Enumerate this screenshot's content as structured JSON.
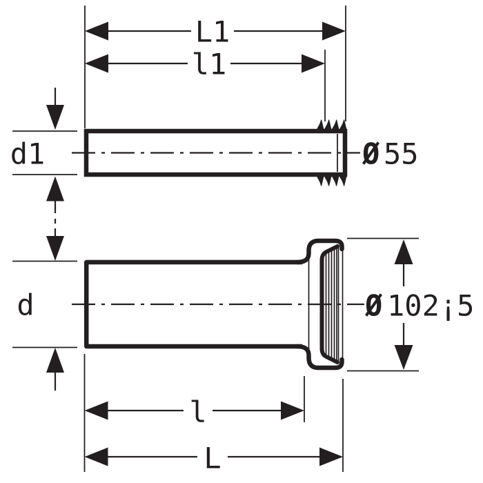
{
  "drawing": {
    "type": "technical-dimension-diagram",
    "description": "Two pipe components shown in side section with dimension callouts",
    "colors": {
      "ink": "#231f20",
      "background": "#ffffff"
    },
    "dimensions": {
      "top_outer_length": "L1",
      "top_inner_length": "l1",
      "small_pipe_diameter_label": "d1",
      "small_pipe_diameter": {
        "symbol": "Ø",
        "value": "55"
      },
      "large_pipe_diameter_label": "d",
      "large_pipe_diameter": {
        "symbol": "Ø",
        "value": "102¡5"
      },
      "bottom_inner_length": "l",
      "bottom_outer_length": "L"
    }
  }
}
